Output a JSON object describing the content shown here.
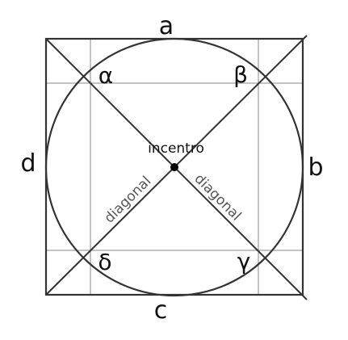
{
  "sides": {
    "top": "a",
    "right": "b",
    "bottom": "c",
    "left": "d"
  },
  "angles": {
    "top_left": "α",
    "top_right": "β",
    "bottom_right": "γ",
    "bottom_left": "δ"
  },
  "center_label": "incentro",
  "diagonal_label_left": "diagonal",
  "diagonal_label_right": "diagonal",
  "colors": {
    "outline": "#333333",
    "thin_lines": "#888888",
    "text": "#111111",
    "diagonal_text": "#555555"
  }
}
